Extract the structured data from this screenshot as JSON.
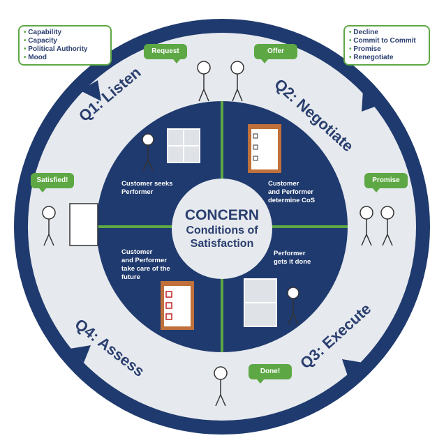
{
  "top_left_box": {
    "items": [
      "Capability",
      "Capacity",
      "Political Authority",
      "Mood"
    ]
  },
  "top_right_box": {
    "items": [
      "Decline",
      "Commit to Commit",
      "Promise",
      "Renegotiate"
    ]
  },
  "bubbles": {
    "request": "Request",
    "offer": "Offer",
    "satisfied": "Satisfied!",
    "promise": "Promise",
    "done": "Done!"
  },
  "quadrants": {
    "q1": {
      "label": "Q1: Listen",
      "caption_l1": "Customer seeks",
      "caption_l2": "Performer"
    },
    "q2": {
      "label": "Q2: Negotiate",
      "caption_l1": "Customer",
      "caption_l2": "and Performer",
      "caption_l3": "determine CoS"
    },
    "q3": {
      "label": "Q3: Execute",
      "caption_l1": "Performer",
      "caption_l2": "gets it done"
    },
    "q4": {
      "label": "Q4: Assess",
      "caption_l1": "Customer",
      "caption_l2": "and Performer",
      "caption_l3": "take care of the",
      "caption_l4": "future"
    }
  },
  "center": {
    "title": "CONCERN",
    "line1": "Conditions of",
    "line2": "Satisfaction"
  },
  "colors": {
    "navy": "#1f3a6e",
    "green": "#5da844",
    "ring": "#e9ebef",
    "ring_text": "#2a3f6f"
  }
}
